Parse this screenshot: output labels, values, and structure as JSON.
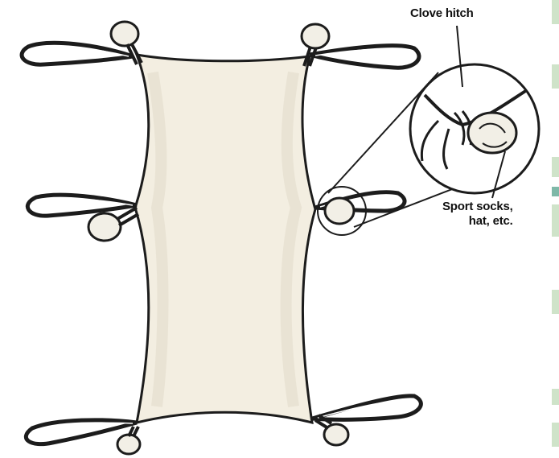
{
  "labels": {
    "clove_hitch": "Clove hitch",
    "sport_socks_line1": "Sport socks,",
    "sport_socks_line2": "hat, etc."
  },
  "colors": {
    "tarp_fill": "#f3eee1",
    "outline": "#1c1c1c",
    "sock_fill": "#f2efe6",
    "edge_strip": "#cfe3c9",
    "edge_strip_accent": "#7fb8a8"
  },
  "icons": {
    "tie_point": "knot-with-sock",
    "loop": "rope-loop",
    "detail": "magnified-clove-hitch"
  }
}
